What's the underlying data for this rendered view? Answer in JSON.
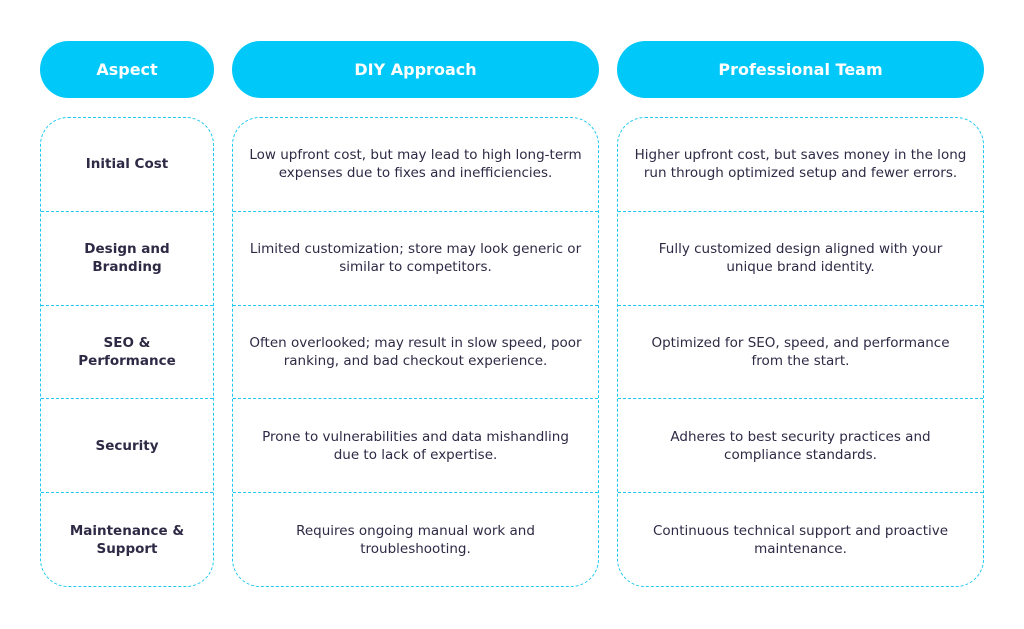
{
  "headers": {
    "aspect": "Aspect",
    "diy": "DIY Approach",
    "professional": "Professional Team"
  },
  "colors": {
    "accent": "#00c8f8",
    "text": "#2e2a45"
  },
  "rows": [
    {
      "aspect": "Initial Cost",
      "diy": "Low upfront cost, but may lead to high long-term expenses due to fixes and inefficiencies.",
      "professional": "Higher upfront cost, but saves money in the long run through optimized setup and fewer errors."
    },
    {
      "aspect": "Design and Branding",
      "diy": "Limited customization; store may look generic or similar to competitors.",
      "professional": "Fully customized design aligned with your unique brand identity."
    },
    {
      "aspect": "SEO & Performance",
      "diy": "Often overlooked; may result in slow speed, poor ranking, and bad checkout experience.",
      "professional": "Optimized for SEO, speed, and performance from the start."
    },
    {
      "aspect": "Security",
      "diy": "Prone to vulnerabilities and data mishandling due to lack of expertise.",
      "professional": "Adheres to best security practices and compliance standards."
    },
    {
      "aspect": "Maintenance & Support",
      "diy": "Requires ongoing manual work and troubleshooting.",
      "professional": "Continuous technical support and proactive maintenance."
    }
  ]
}
